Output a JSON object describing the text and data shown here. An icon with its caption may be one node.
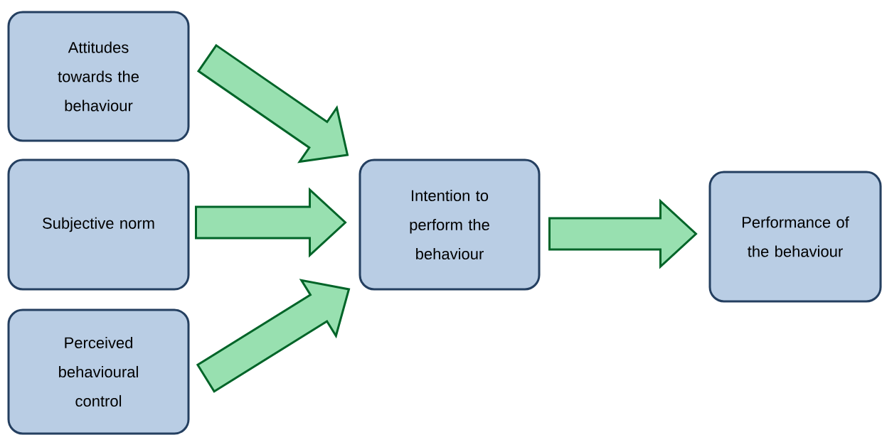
{
  "diagram": {
    "nodes": [
      {
        "text": [
          "Attitudes towards the behaviour"
        ]
      },
      {
        "text": [
          "Subjective norm"
        ]
      },
      {
        "text": [
          "Perceived behavioural control"
        ]
      },
      {
        "text": [
          "Intention to perform the behaviour"
        ]
      },
      {
        "text": [
          "Performance of the behaviour"
        ]
      }
    ],
    "edges": [
      {
        "from": 0,
        "to": 3,
        "arrow": "to"
      },
      {
        "from": 1,
        "to": 3,
        "arrow": "to"
      },
      {
        "from": 2,
        "to": 3,
        "arrow": "to"
      },
      {
        "from": 3,
        "to": 4,
        "arrow": "to"
      }
    ]
  }
}
